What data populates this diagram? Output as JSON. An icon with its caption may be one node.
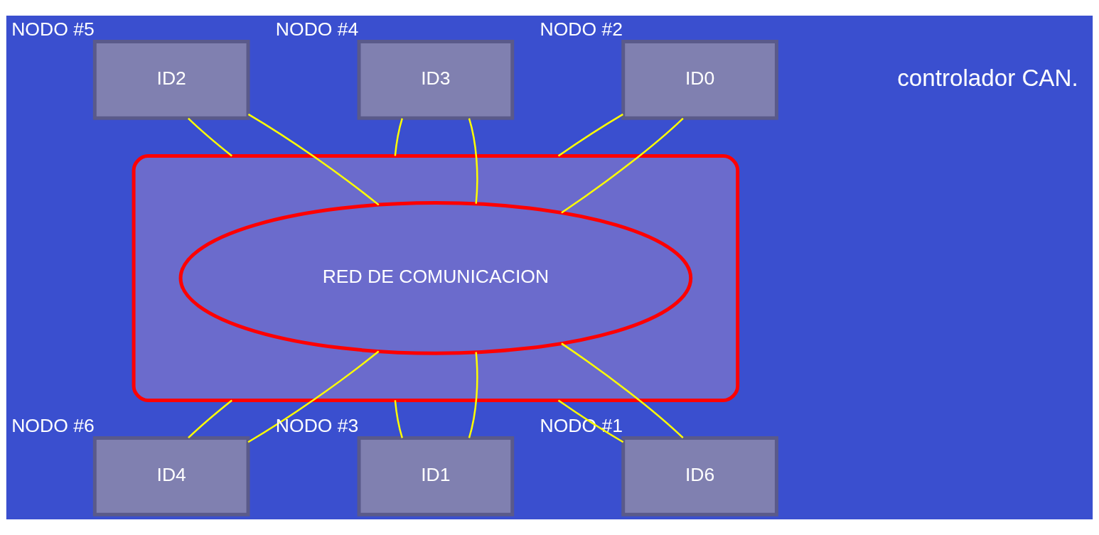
{
  "diagram": {
    "nodes": [
      {
        "text": [],
        "shape": "ellipse"
      },
      {
        "text": [
          "RED DE COMUNICACION"
        ],
        "in": 0
      },
      {
        "text": [
          "ID2"
        ],
        "beside": [
          "NODO #5"
        ]
      },
      {
        "text": [
          "ID3"
        ],
        "beside": [
          "NODO #4"
        ]
      },
      {
        "text": [
          "ID0"
        ],
        "beside": [
          "NODO #2"
        ]
      },
      {
        "text": [
          "ID4"
        ],
        "beside": [
          "NODO #6"
        ]
      },
      {
        "text": [
          "ID1"
        ],
        "beside": [
          "NODO #3"
        ]
      },
      {
        "text": [
          "ID6"
        ],
        "beside": [
          "NODO #1"
        ]
      }
    ],
    "edges": [
      {
        "from": 2,
        "to": 0,
        "arrow": "none"
      },
      {
        "from": 2,
        "to": 1,
        "arrow": "none"
      },
      {
        "from": 3,
        "to": 0,
        "arrow": "none"
      },
      {
        "from": 3,
        "to": 1,
        "arrow": "none"
      },
      {
        "from": 4,
        "to": 0,
        "arrow": "none"
      },
      {
        "from": 4,
        "to": 1,
        "arrow": "none"
      },
      {
        "from": 0,
        "to": 5,
        "arrow": "none"
      },
      {
        "from": 1,
        "to": 5,
        "arrow": "none"
      },
      {
        "from": 0,
        "to": 6,
        "arrow": "none"
      },
      {
        "from": 1,
        "to": 6,
        "arrow": "none"
      },
      {
        "from": 0,
        "to": 7,
        "arrow": "none"
      },
      {
        "from": 1,
        "to": 7,
        "arrow": "none"
      }
    ],
    "labels": [
      "controlador CAN."
    ]
  }
}
